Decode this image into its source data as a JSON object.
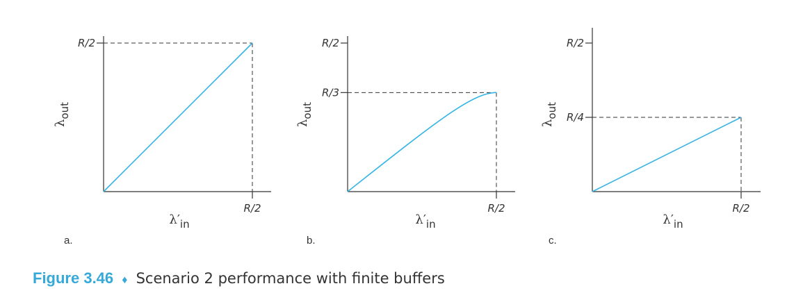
{
  "colors": {
    "curve": "#36b4e5",
    "axis": "#333333",
    "accent": "#36a9d8"
  },
  "chart_data": [
    {
      "type": "line",
      "panel_label": "a.",
      "xlabel": {
        "symbol": "λ′",
        "sub": "in"
      },
      "ylabel": {
        "symbol": "λ",
        "sub": "out"
      },
      "x_ticks": [
        {
          "value": 0.5,
          "label": "R/2"
        }
      ],
      "y_ticks": [
        {
          "value": 0.5,
          "label": "R/2"
        }
      ],
      "xlim": [
        0,
        0.5
      ],
      "ylim": [
        0,
        0.5
      ],
      "curve": "linear",
      "series": [
        {
          "x": [
            0,
            0.5
          ],
          "y": [
            0,
            0.5
          ]
        }
      ],
      "end_point": {
        "x": 0.5,
        "y": 0.5
      }
    },
    {
      "type": "line",
      "panel_label": "b.",
      "xlabel": {
        "symbol": "λ′",
        "sub": "in"
      },
      "ylabel": {
        "symbol": "λ",
        "sub": "out"
      },
      "x_ticks": [
        {
          "value": 0.5,
          "label": "R/2"
        }
      ],
      "y_ticks": [
        {
          "value": 0.5,
          "label": "R/2"
        },
        {
          "value": 0.3333,
          "label": "R/3"
        }
      ],
      "xlim": [
        0,
        0.5
      ],
      "ylim": [
        0,
        0.5
      ],
      "curve": "concave",
      "series": [
        {
          "x": [
            0,
            0.25,
            0.4,
            0.5
          ],
          "y": [
            0,
            0.19,
            0.29,
            0.3333
          ]
        }
      ],
      "end_point": {
        "x": 0.5,
        "y": 0.3333
      }
    },
    {
      "type": "line",
      "panel_label": "c.",
      "xlabel": {
        "symbol": "λ′",
        "sub": "in"
      },
      "ylabel": {
        "symbol": "λ",
        "sub": "out"
      },
      "x_ticks": [
        {
          "value": 0.5,
          "label": "R/2"
        }
      ],
      "y_ticks": [
        {
          "value": 0.5,
          "label": "R/2"
        },
        {
          "value": 0.25,
          "label": "R/4"
        }
      ],
      "xlim": [
        0,
        0.5
      ],
      "ylim": [
        0,
        0.5
      ],
      "curve": "linear",
      "series": [
        {
          "x": [
            0,
            0.5
          ],
          "y": [
            0,
            0.25
          ]
        }
      ],
      "end_point": {
        "x": 0.5,
        "y": 0.25
      }
    }
  ],
  "caption": {
    "figure_label": "Figure 3.46",
    "separator": "♦",
    "text": "Scenario 2 performance with finite buffers"
  }
}
